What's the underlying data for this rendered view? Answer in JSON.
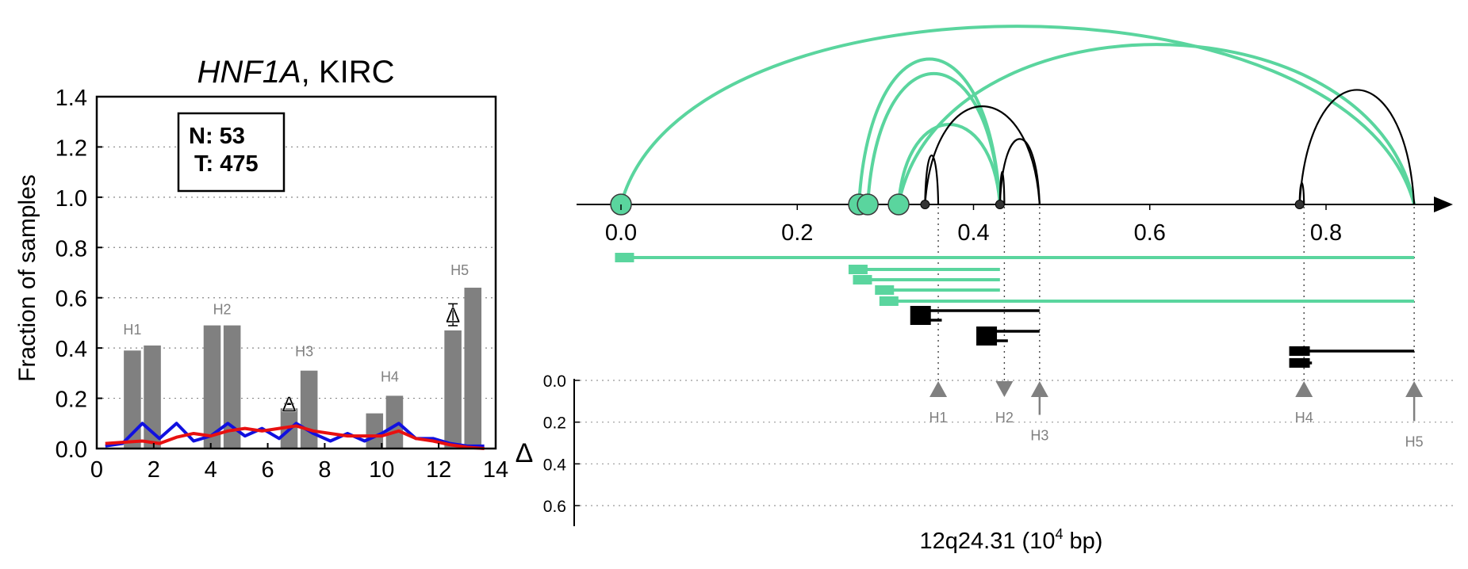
{
  "colors": {
    "bar": "#808080",
    "normal_line": "#1010e0",
    "tumor_line": "#e81010",
    "green_transcript": "#5ad59e",
    "black_transcript": "#000000",
    "annotation_gray": "#808080"
  },
  "chart_data": [
    {
      "type": "bar",
      "title_gene": "HNF1A",
      "title_suffix": ", KIRC",
      "ylabel": "Fraction of samples",
      "xlim": [
        0,
        14
      ],
      "ylim": [
        0,
        1.4
      ],
      "xticks": [
        "0",
        "2",
        "4",
        "6",
        "8",
        "10",
        "12",
        "14"
      ],
      "yticks": [
        "0.0",
        "0.2",
        "0.4",
        "0.6",
        "0.8",
        "1.0",
        "1.2",
        "1.4"
      ],
      "grid": "horizontal-dotted",
      "legend_box": {
        "n_label": "N: 53",
        "t_label": "T: 475"
      },
      "bars": [
        {
          "group": "H1",
          "normal": 0.39,
          "tumor": 0.41
        },
        {
          "group": "H2",
          "normal": 0.49,
          "tumor": 0.49
        },
        {
          "group": "H3",
          "normal": 0.16,
          "tumor": 0.31
        },
        {
          "group": "H4",
          "normal": 0.14,
          "tumor": 0.21
        },
        {
          "group": "H5",
          "normal": 0.47,
          "tumor": 0.64
        }
      ],
      "bar_x_centers": [
        1.25,
        1.95,
        4.05,
        4.75,
        6.75,
        7.45,
        9.75,
        10.45,
        12.5,
        13.2
      ],
      "delta_markers": [
        {
          "group": "H3",
          "symbol": "Δ",
          "err_low": 0.16,
          "err_high": 0.22
        },
        {
          "group": "H5",
          "symbol": "Δ",
          "err_low": 0.47,
          "err_high": 0.62
        }
      ],
      "series": [
        {
          "color_key": "normal_line",
          "x": [
            0.3,
            0.9,
            1.6,
            2.2,
            2.8,
            3.4,
            4.0,
            4.6,
            5.2,
            5.8,
            6.4,
            7.0,
            7.6,
            8.2,
            8.8,
            9.4,
            10.0,
            10.6,
            11.2,
            11.8,
            12.4,
            13.0,
            13.6
          ],
          "y": [
            0.01,
            0.02,
            0.1,
            0.04,
            0.1,
            0.03,
            0.05,
            0.1,
            0.05,
            0.08,
            0.04,
            0.1,
            0.06,
            0.03,
            0.06,
            0.03,
            0.06,
            0.1,
            0.04,
            0.04,
            0.02,
            0.01,
            0.01
          ]
        },
        {
          "color_key": "tumor_line",
          "x": [
            0.3,
            0.9,
            1.6,
            2.2,
            2.8,
            3.4,
            4.0,
            4.6,
            5.2,
            5.8,
            6.4,
            7.0,
            7.6,
            8.2,
            8.8,
            9.4,
            10.0,
            10.6,
            11.2,
            11.8,
            12.4,
            13.0,
            13.6
          ],
          "y": [
            0.02,
            0.025,
            0.03,
            0.02,
            0.045,
            0.06,
            0.05,
            0.07,
            0.08,
            0.07,
            0.08,
            0.09,
            0.07,
            0.06,
            0.05,
            0.05,
            0.05,
            0.07,
            0.04,
            0.03,
            0.015,
            0.005,
            0.0
          ]
        }
      ]
    },
    {
      "type": "diagram-transcripts",
      "xlabel_main": "12q24.31 (10",
      "xlabel_sup": "4",
      "xlabel_tail": " bp)",
      "xlim": [
        -0.03,
        0.95
      ],
      "xticks": [
        "0.0",
        "0.2",
        "0.4",
        "0.6",
        "0.8"
      ],
      "xtick_values": [
        0.0,
        0.2,
        0.4,
        0.6,
        0.8
      ],
      "junction_nodes": {
        "green": [
          0.0,
          0.27,
          0.28,
          0.315
        ],
        "black": [
          0.345,
          0.43,
          0.77
        ]
      },
      "arcs": [
        {
          "from": 0.0,
          "to": 0.9,
          "height": 0.98,
          "color_key": "green_transcript"
        },
        {
          "from": 0.27,
          "to": 0.43,
          "height": 0.8,
          "color_key": "green_transcript"
        },
        {
          "from": 0.28,
          "to": 0.43,
          "height": 0.72,
          "color_key": "green_transcript"
        },
        {
          "from": 0.315,
          "to": 0.9,
          "height": 0.88,
          "color_key": "green_transcript"
        },
        {
          "from": 0.315,
          "to": 0.43,
          "height": 0.44,
          "color_key": "green_transcript"
        },
        {
          "from": 0.345,
          "to": 0.36,
          "height": 0.27,
          "color_key": "black_transcript"
        },
        {
          "from": 0.345,
          "to": 0.475,
          "height": 0.54,
          "color_key": "black_transcript"
        },
        {
          "from": 0.43,
          "to": 0.475,
          "height": 0.36,
          "color_key": "black_transcript"
        },
        {
          "from": 0.43,
          "to": 0.435,
          "height": 0.18,
          "color_key": "black_transcript"
        },
        {
          "from": 0.77,
          "to": 0.9,
          "height": 0.63,
          "color_key": "black_transcript"
        },
        {
          "from": 0.77,
          "to": 0.775,
          "height": 0.12,
          "color_key": "black_transcript"
        }
      ],
      "transcripts": [
        {
          "start": -0.005,
          "end": 0.9,
          "color_key": "green_transcript"
        },
        {
          "start": 0.26,
          "end": 0.43,
          "color_key": "green_transcript"
        },
        {
          "start": 0.265,
          "end": 0.43,
          "color_key": "green_transcript"
        },
        {
          "start": 0.29,
          "end": 0.43,
          "color_key": "green_transcript"
        },
        {
          "start": 0.295,
          "end": 0.9,
          "color_key": "green_transcript"
        },
        {
          "start": 0.33,
          "end": 0.475,
          "color_key": "black_transcript"
        },
        {
          "start": 0.33,
          "end": 0.355,
          "color_key": "black_transcript"
        },
        {
          "start": 0.405,
          "end": 0.475,
          "color_key": "black_transcript"
        },
        {
          "start": 0.405,
          "end": 0.43,
          "color_key": "black_transcript"
        },
        {
          "start": 0.76,
          "end": 0.9,
          "color_key": "black_transcript"
        },
        {
          "start": 0.76,
          "end": 0.775,
          "color_key": "black_transcript"
        }
      ],
      "hotspots": [
        {
          "label": "H1",
          "pos": 0.36,
          "direction": "up",
          "delta": 0.0
        },
        {
          "label": "H2",
          "pos": 0.435,
          "direction": "down",
          "delta": 0.0
        },
        {
          "label": "H3",
          "pos": 0.475,
          "direction": "up",
          "delta": 0.15
        },
        {
          "label": "H4",
          "pos": 0.775,
          "direction": "up",
          "delta": 0.0
        },
        {
          "label": "H5",
          "pos": 0.9,
          "direction": "up",
          "delta": 0.18
        }
      ],
      "delta_axis": {
        "label": "Δ",
        "ylim": [
          0.0,
          0.7
        ],
        "yticks": [
          "0.0",
          "0.2",
          "0.4",
          "0.6"
        ]
      }
    }
  ]
}
